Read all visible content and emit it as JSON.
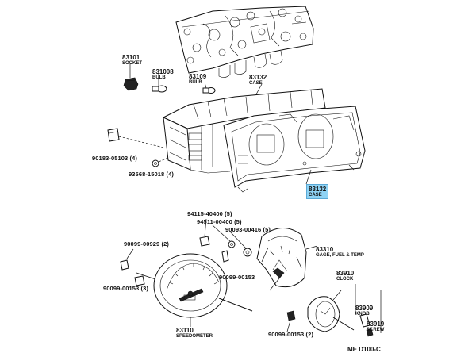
{
  "labels": {
    "socket": {
      "num": "83101",
      "sub": "SOCKET"
    },
    "bulb1": {
      "num": "831008",
      "sub": "BULB"
    },
    "bulb2": {
      "num": "83109",
      "sub": "BULB"
    },
    "case_top": {
      "num": "83132",
      "sub": "CASE"
    },
    "case_hl": {
      "num": "83132",
      "sub": "CASE"
    },
    "p90183": "90183-05103 (4)",
    "p93568": "93568-15018 (4)",
    "p94115": "94115-40400 (5)",
    "p94511": "94511-00400 (5)",
    "p90093": "90093-00416 (5)",
    "p90099a": "90099-00929 (2)",
    "p90099b": "90099-00153",
    "p90099c": "90099-00153 (3)",
    "gage": {
      "num": "83310",
      "sub": "GAGE, FUEL & TEMP"
    },
    "speedo": {
      "num": "83110",
      "sub": "SPEEDOMETER"
    },
    "clock": {
      "num": "83910",
      "sub": "CLOCK"
    },
    "knob": {
      "num": "83909",
      "sub": "KNOB"
    },
    "screw": {
      "num": "83919",
      "sub": "SCREW"
    },
    "p90099d": "90099-00153 (2)",
    "code": "ME  D100-C"
  },
  "colors": {
    "highlight": "#8fd3f4",
    "ink": "#111111"
  }
}
